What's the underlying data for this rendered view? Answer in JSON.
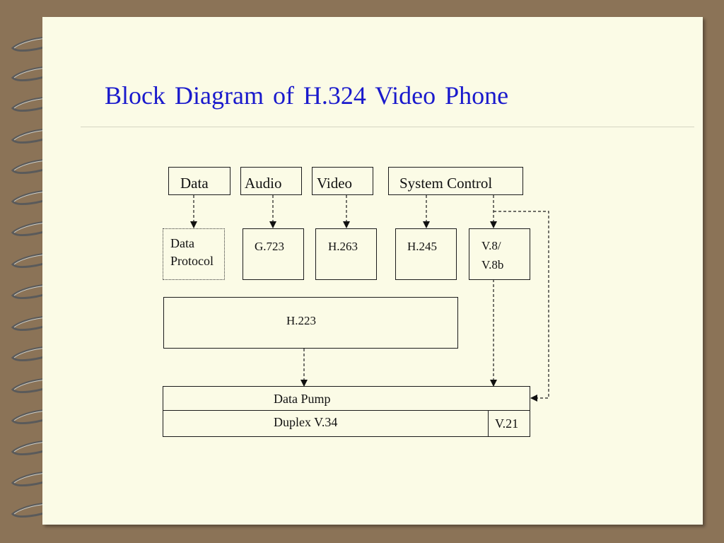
{
  "title": "Block  Diagram of H.324 Video Phone",
  "top_blocks": {
    "data": "Data",
    "audio": "Audio",
    "video": "Video",
    "system_control": "System Control"
  },
  "mid_blocks": {
    "data_protocol_line1": "Data",
    "data_protocol_line2": "Protocol",
    "g723": "G.723",
    "h263": "H.263",
    "h245": "H.245",
    "v8_line1": "V.8/",
    "v8_line2": "V.8b"
  },
  "mux_block": "H.223",
  "modem": {
    "data_pump": "Data Pump",
    "duplex": "Duplex V.34",
    "v21": "V.21"
  },
  "colors": {
    "background": "#8b7357",
    "paper": "#fbfbe6",
    "title": "#1a1acc",
    "lines": "#1b1b1b"
  },
  "decoration": {
    "binding": "spiral-rings"
  }
}
